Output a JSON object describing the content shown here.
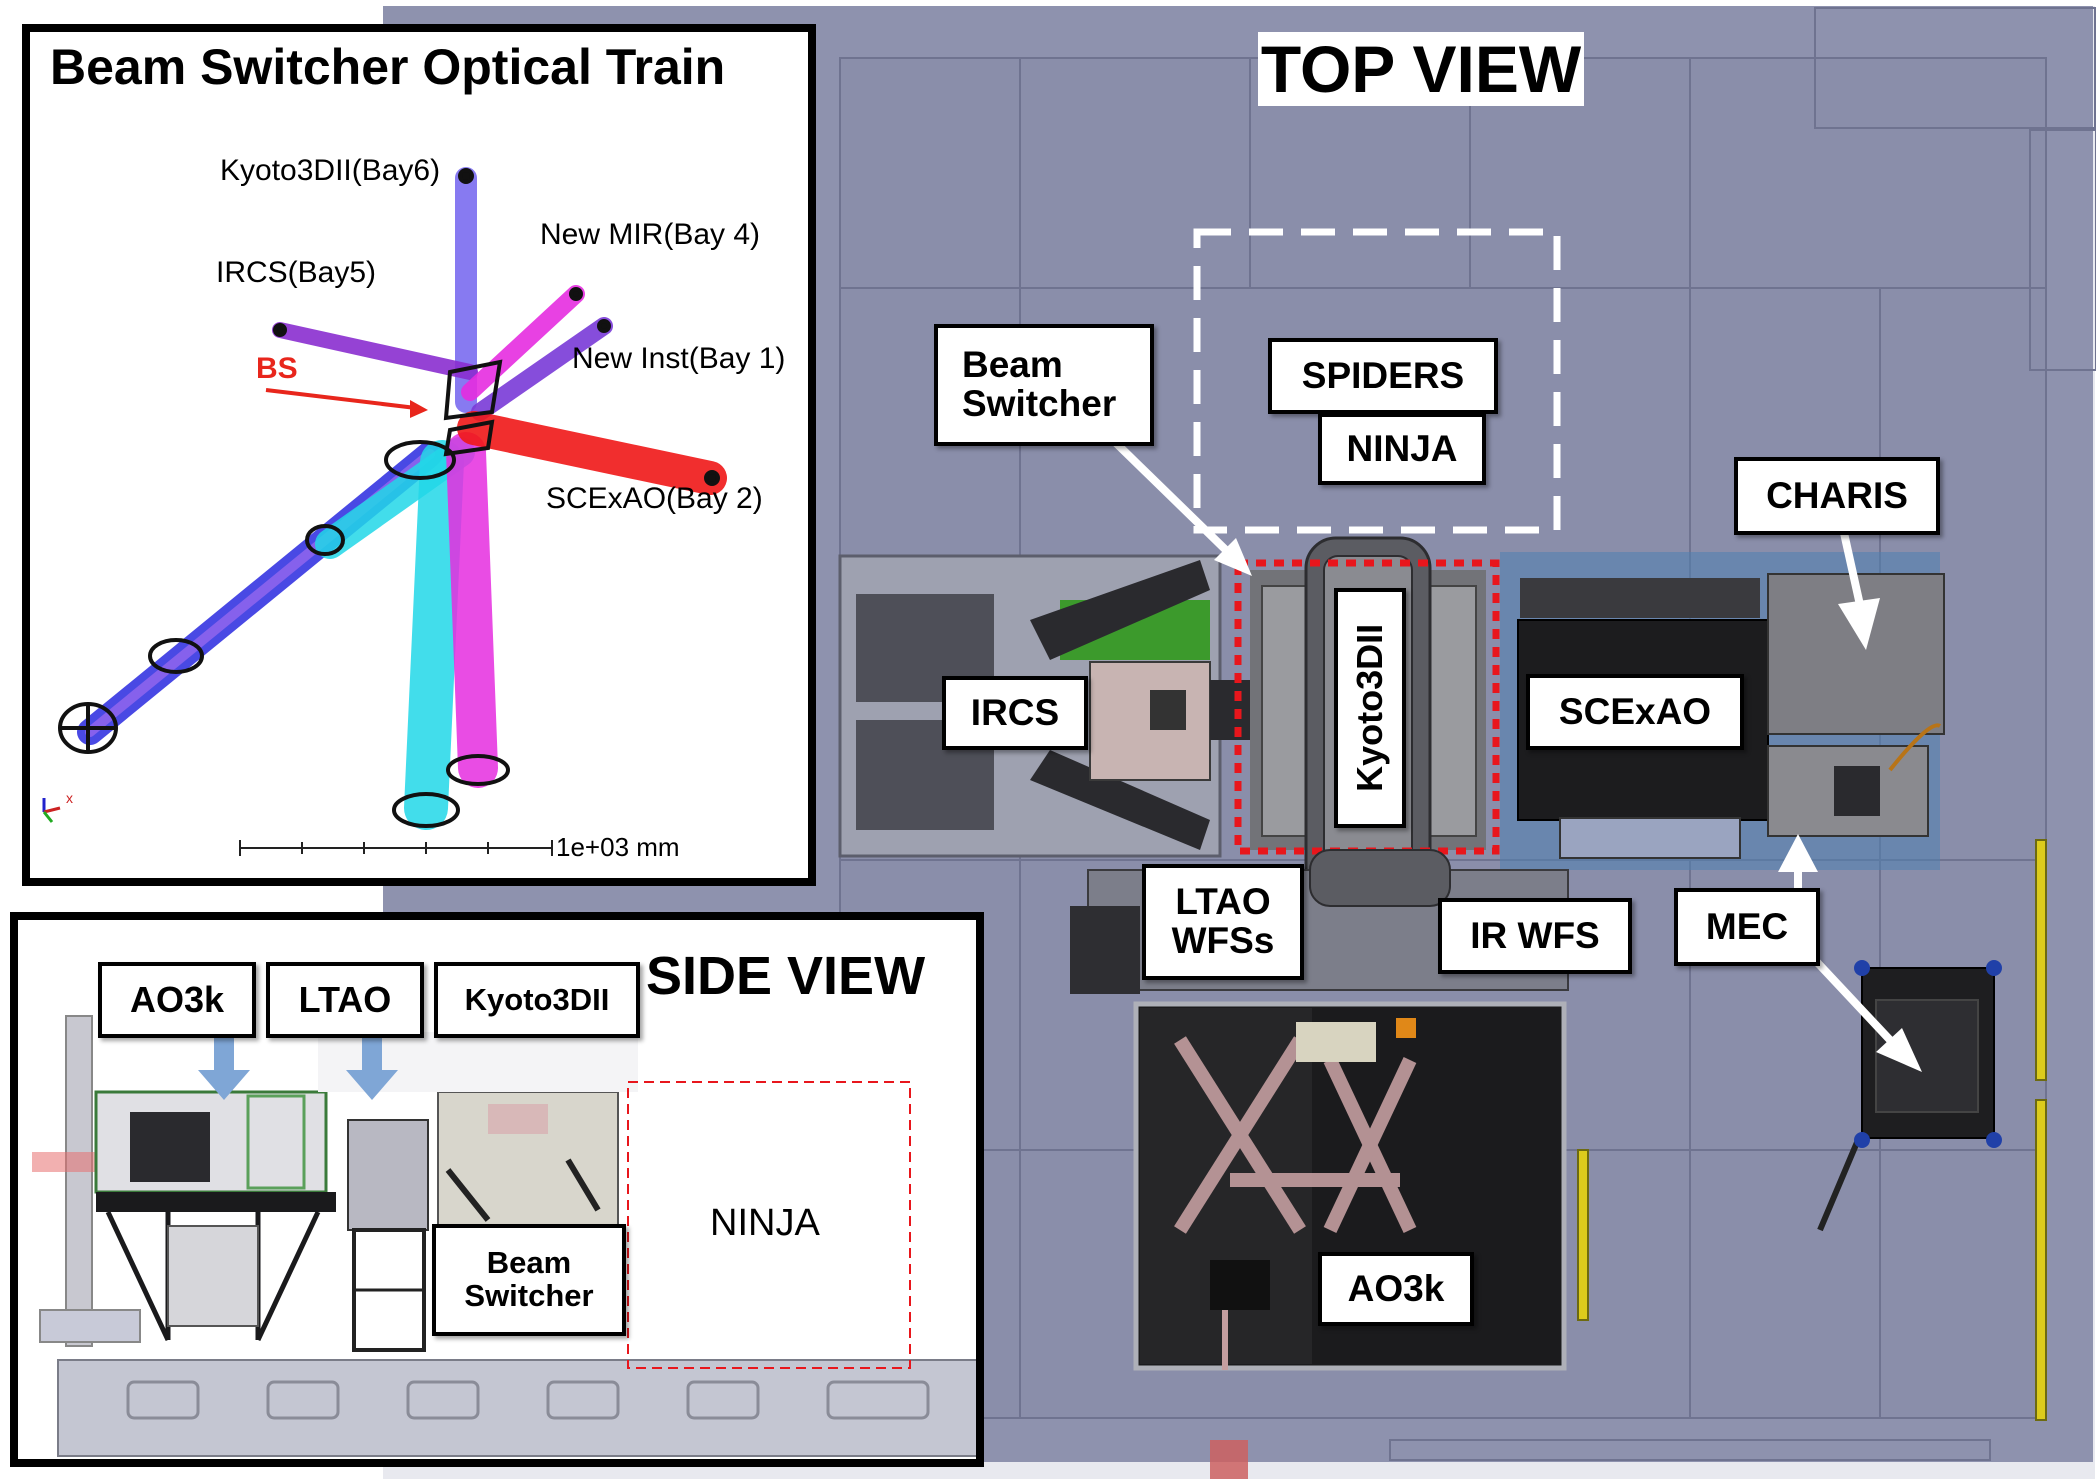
{
  "top_view": {
    "title": "TOP VIEW",
    "labels": {
      "beam_switcher_line1": "Beam",
      "beam_switcher_line2": "Switcher",
      "spiders": "SPIDERS",
      "ninja": "NINJA",
      "charis": "CHARIS",
      "irCS": "IRCS",
      "kyoto3dii": "Kyoto3DII",
      "scexao": "SCExAO",
      "ltao_line1": "LTAO",
      "ltao_line2": "WFSs",
      "ir_wfs": "IR WFS",
      "mec": "MEC",
      "ao3k": "AO3k"
    },
    "colors": {
      "floor": "#8e92ae",
      "floor_line": "#6f7390",
      "highlight": "#e8161c",
      "dashed_box": "#ffffff"
    }
  },
  "optical_train": {
    "title": "Beam Switcher Optical Train",
    "labels": {
      "kyoto": "Kyoto3DII(Bay6)",
      "new_mir": "New MIR(Bay 4)",
      "ircs": "IRCS(Bay5)",
      "new_inst": "New Inst(Bay 1)",
      "bs": "BS",
      "scexao": "SCExAO(Bay 2)",
      "scale": "1e+03 mm",
      "axis_x": "x"
    },
    "colors": {
      "kyoto": "#7b6cf0",
      "mir": "#e62de0",
      "ircs": "#8a2ed0",
      "new_inst": "#7a3ad8",
      "scexao": "#f01818",
      "input": "#2a2ae0",
      "cyan": "#22d8e8",
      "bs_label": "#e8261c"
    }
  },
  "side_view": {
    "title": "SIDE VIEW",
    "labels": {
      "ao3k": "AO3k",
      "ltao": "LTAO",
      "kyoto3dii": "Kyoto3DII",
      "beam_switcher_line1": "Beam",
      "beam_switcher_line2": "Switcher",
      "ninja": "NINJA"
    },
    "colors": {
      "arrow": "#7fa6d6",
      "ninja_box": "#e8161c"
    }
  }
}
